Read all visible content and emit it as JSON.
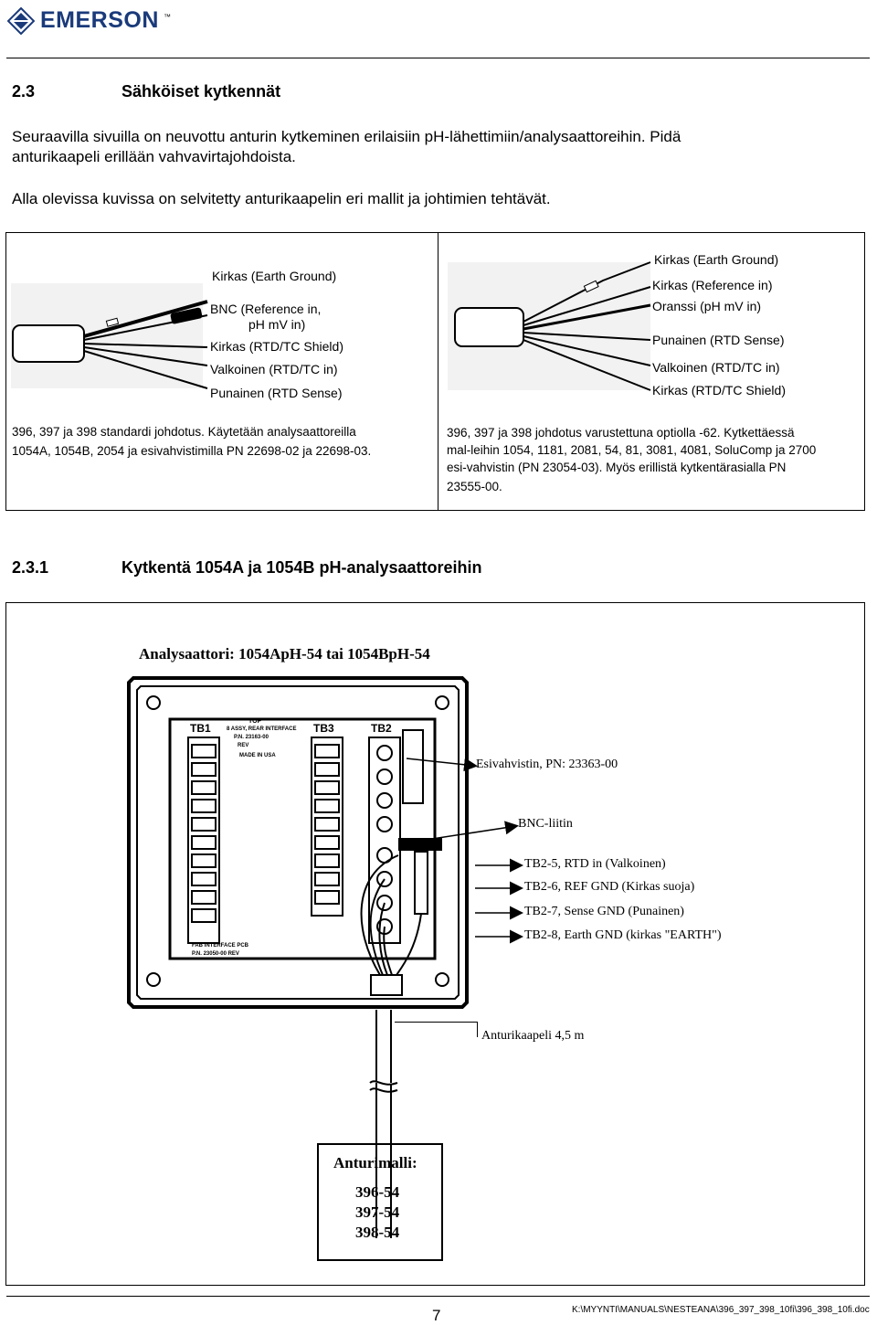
{
  "header": {
    "logo_text": "EMERSON",
    "logo_tm": "™"
  },
  "section": {
    "number": "2.3",
    "title": "Sähköiset kytkennät",
    "paragraph1_line1": "Seuraavilla sivuilla on neuvottu anturin kytkeminen erilaisiin pH-lähettimiin/analysaattoreihin. Pidä",
    "paragraph1_line2": "anturikaapeli erillään vahvavirtajohdoista.",
    "paragraph2": "Alla olevissa kuvissa on selvitetty anturikaapelin eri mallit ja johtimien tehtävät."
  },
  "cable_left": {
    "labels": [
      "Kirkas (Earth Ground)",
      "BNC (Reference in,",
      "pH mV in)",
      "Kirkas (RTD/TC Shield)",
      "Valkoinen (RTD/TC in)",
      "Punainen (RTD Sense)"
    ],
    "caption_line1": "396, 397 ja 398 standardi johdotus. Käytetään analysaattoreilla",
    "caption_line2": "1054A, 1054B, 2054 ja esivahvistimilla PN 22698-02 ja 22698-03."
  },
  "cable_right": {
    "labels": [
      "Kirkas (Earth Ground)",
      "Kirkas (Reference in)",
      "Oranssi  (pH mV in)",
      "Punainen (RTD Sense)",
      "Valkoinen (RTD/TC in)",
      "Kirkas (RTD/TC Shield)"
    ],
    "caption_line1": "396, 397 ja 398 johdotus varustettuna optiolla -62. Kytkettäessä",
    "caption_line2": "mal-leihin 1054, 1181, 2081, 54, 81, 3081, 4081, SoluComp ja 2700",
    "caption_line3": "esi-vahvistin (PN 23054-03). Myös erillistä kytkentärasialla PN",
    "caption_line4": "23555-00."
  },
  "subsection": {
    "number": "2.3.1",
    "title": "Kytkentä 1054A ja 1054B pH-analysaattoreihin"
  },
  "diagram": {
    "title": "Analysaattori: 1054ApH-54 tai 1054BpH-54",
    "board": {
      "tb1": "TB1",
      "tb3": "TB3",
      "tb2": "TB2",
      "top": "TOP",
      "assy": "8 ASSY, REAR INTERFACE",
      "pn": "P.N. 23163-00",
      "rev": "REV",
      "made": "MADE IN USA",
      "bottom1": "FAB INTERFACE PCB",
      "bottom2": "P.N. 23050-00 REV"
    },
    "callouts": {
      "preamp": "Esivahvistin, PN: 23363-00",
      "bnc": "BNC-liitin",
      "tb2_5": "TB2-5, RTD in (Valkoinen)",
      "tb2_6": "TB2-6, REF GND (Kirkas suoja)",
      "tb2_7": "TB2-7, Sense GND (Punainen)",
      "tb2_8": "TB2-8, Earth GND (kirkas \"EARTH\")",
      "cable": "Anturikaapeli 4,5 m"
    },
    "sensor_box": {
      "title": "Anturimalli:",
      "models": [
        "396-54",
        "397-54",
        "398-54"
      ]
    }
  },
  "footer": {
    "page_number": "7",
    "path": "K:\\MYYNTI\\MANUALS\\NESTEANA\\396_397_398_10fi\\396_398_10fi.doc"
  }
}
